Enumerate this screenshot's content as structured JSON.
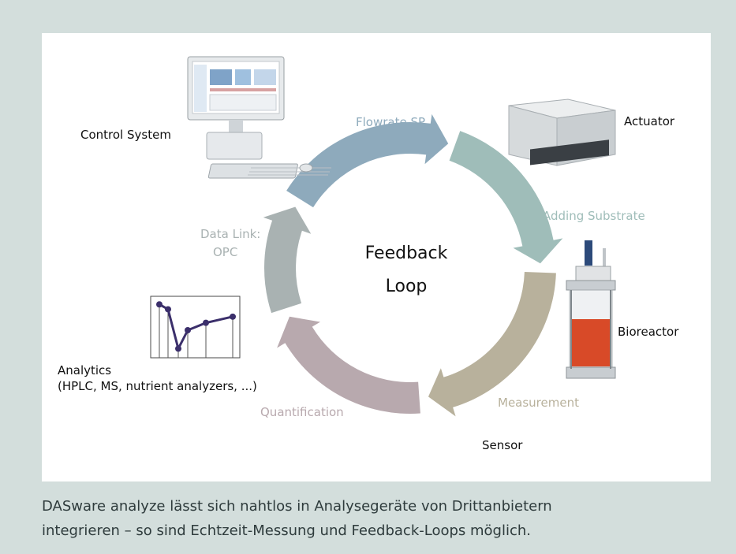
{
  "diagram": {
    "center_title_line1": "Feedback",
    "center_title_line2": "Loop",
    "stages": [
      {
        "label": "Flowrate SP",
        "color": "#8eaabc"
      },
      {
        "label": "Adding Substrate",
        "color": "#9fbdb9"
      },
      {
        "label": "Measurement",
        "color": "#b8b19c"
      },
      {
        "label": "Quantification",
        "color": "#b8a9ae"
      },
      {
        "label": "Data Link:",
        "label_line2": "OPC",
        "color": "#a9b2b2"
      }
    ],
    "components": {
      "control_system": "Control System",
      "actuator": "Actuator",
      "bioreactor": "Bioreactor",
      "sensor": "Sensor",
      "analytics_line1": "Analytics",
      "analytics_line2": "(HPLC, MS, nutrient analyzers, ...)"
    },
    "analytics_plot_series": [
      0.92,
      0.84,
      0.2,
      0.5,
      0.62,
      0.72
    ]
  },
  "caption": {
    "line1": "DASware analyze lässt sich nahtlos in Analysegeräte von Drittanbietern",
    "line2": "integrieren – so sind Echtzeit-Messung und Feedback-Loops möglich."
  },
  "colors": {
    "frame_bg": "#d3dedc",
    "panel_bg": "#ffffff",
    "reactor_liquid": "#d84a28",
    "plot_line": "#3b2f6b"
  }
}
